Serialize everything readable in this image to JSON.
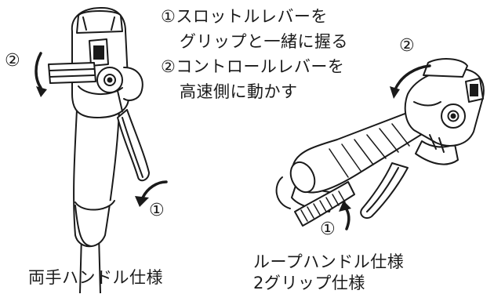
{
  "instructions": {
    "step1_line1": "①スロットルレバーを",
    "step1_line2": "グリップと一緒に握る",
    "step2_line1": "②コントロールレバーを",
    "step2_line2": "高速側に動かす"
  },
  "left_figure": {
    "marker_2": "②",
    "marker_1": "①",
    "caption": "両手ハンドル仕様"
  },
  "right_figure": {
    "marker_2": "②",
    "marker_1": "①",
    "caption_line1": "ループハンドル仕様",
    "caption_line2": "2グリップ仕様"
  }
}
